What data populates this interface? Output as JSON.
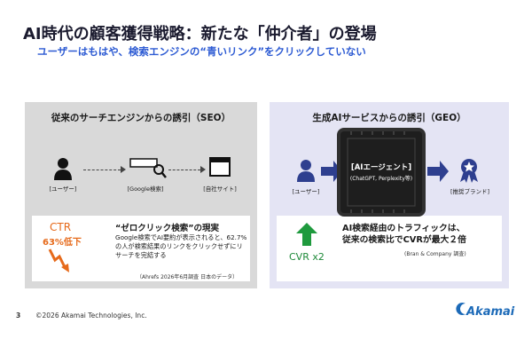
{
  "slide": {
    "title": "AI時代の顧客獲得戦略：新たな「仲介者」の登場",
    "subtitle": "ユーザーはもはや、検索エンジンの“青いリンク”をクリックしていない"
  },
  "left_panel": {
    "title": "従来のサーチエンジンからの誘引（SEO）",
    "nodes": [
      "[ユーザー]",
      "[Google検索]",
      "[自社サイト]"
    ],
    "ctr_label": "CTR",
    "ctr_drop": "63%低下",
    "zero_click_title": "“ゼロクリック検索”の現実",
    "zero_click_body": "Google検索でAI要約が表示されると、62.7%の人が検索結果のリンクをクリックせずにリサーチを完結する",
    "zero_click_source": "（Ahrefs 2026年6月調査 日本のデータ）"
  },
  "right_panel": {
    "title": "生成AIサービスからの誘引（GEO）",
    "user_label": "[ユーザー]",
    "chip_title": "[AIエージェント]",
    "chip_sub": "(ChatGPT, Perplexity等)",
    "brand_label": "[推奨ブランド]",
    "cvr_label": "CVR x2",
    "geo_title_line1": "AI検索経由のトラフィックは、",
    "geo_title_line2": "従来の検索比でCVRが最大２倍",
    "geo_source": "(Bran & Company 調査)"
  },
  "footer": {
    "page_number": "3",
    "copyright": "©2026 Akamai Technologies, Inc.",
    "logo_text": "Akamai"
  },
  "colors": {
    "accent_blue": "#2d5bd3",
    "arrow_navy": "#2e3f8f",
    "ctr_orange": "#e66a1b",
    "cvr_green": "#1f8a3a"
  }
}
